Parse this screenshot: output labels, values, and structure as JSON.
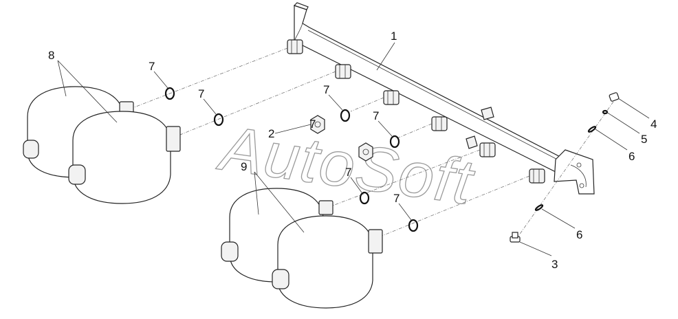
{
  "callouts": {
    "c1": "1",
    "c2": "2",
    "c3": "3",
    "c4": "4",
    "c5": "5",
    "c6a": "6",
    "c6b": "6",
    "c7a": "7",
    "c7b": "7",
    "c7c": "7",
    "c7d": "7",
    "c7e": "7",
    "c7f": "7",
    "c7g": "7",
    "c8": "8",
    "c9": "9"
  },
  "watermark": "AutoSoft"
}
